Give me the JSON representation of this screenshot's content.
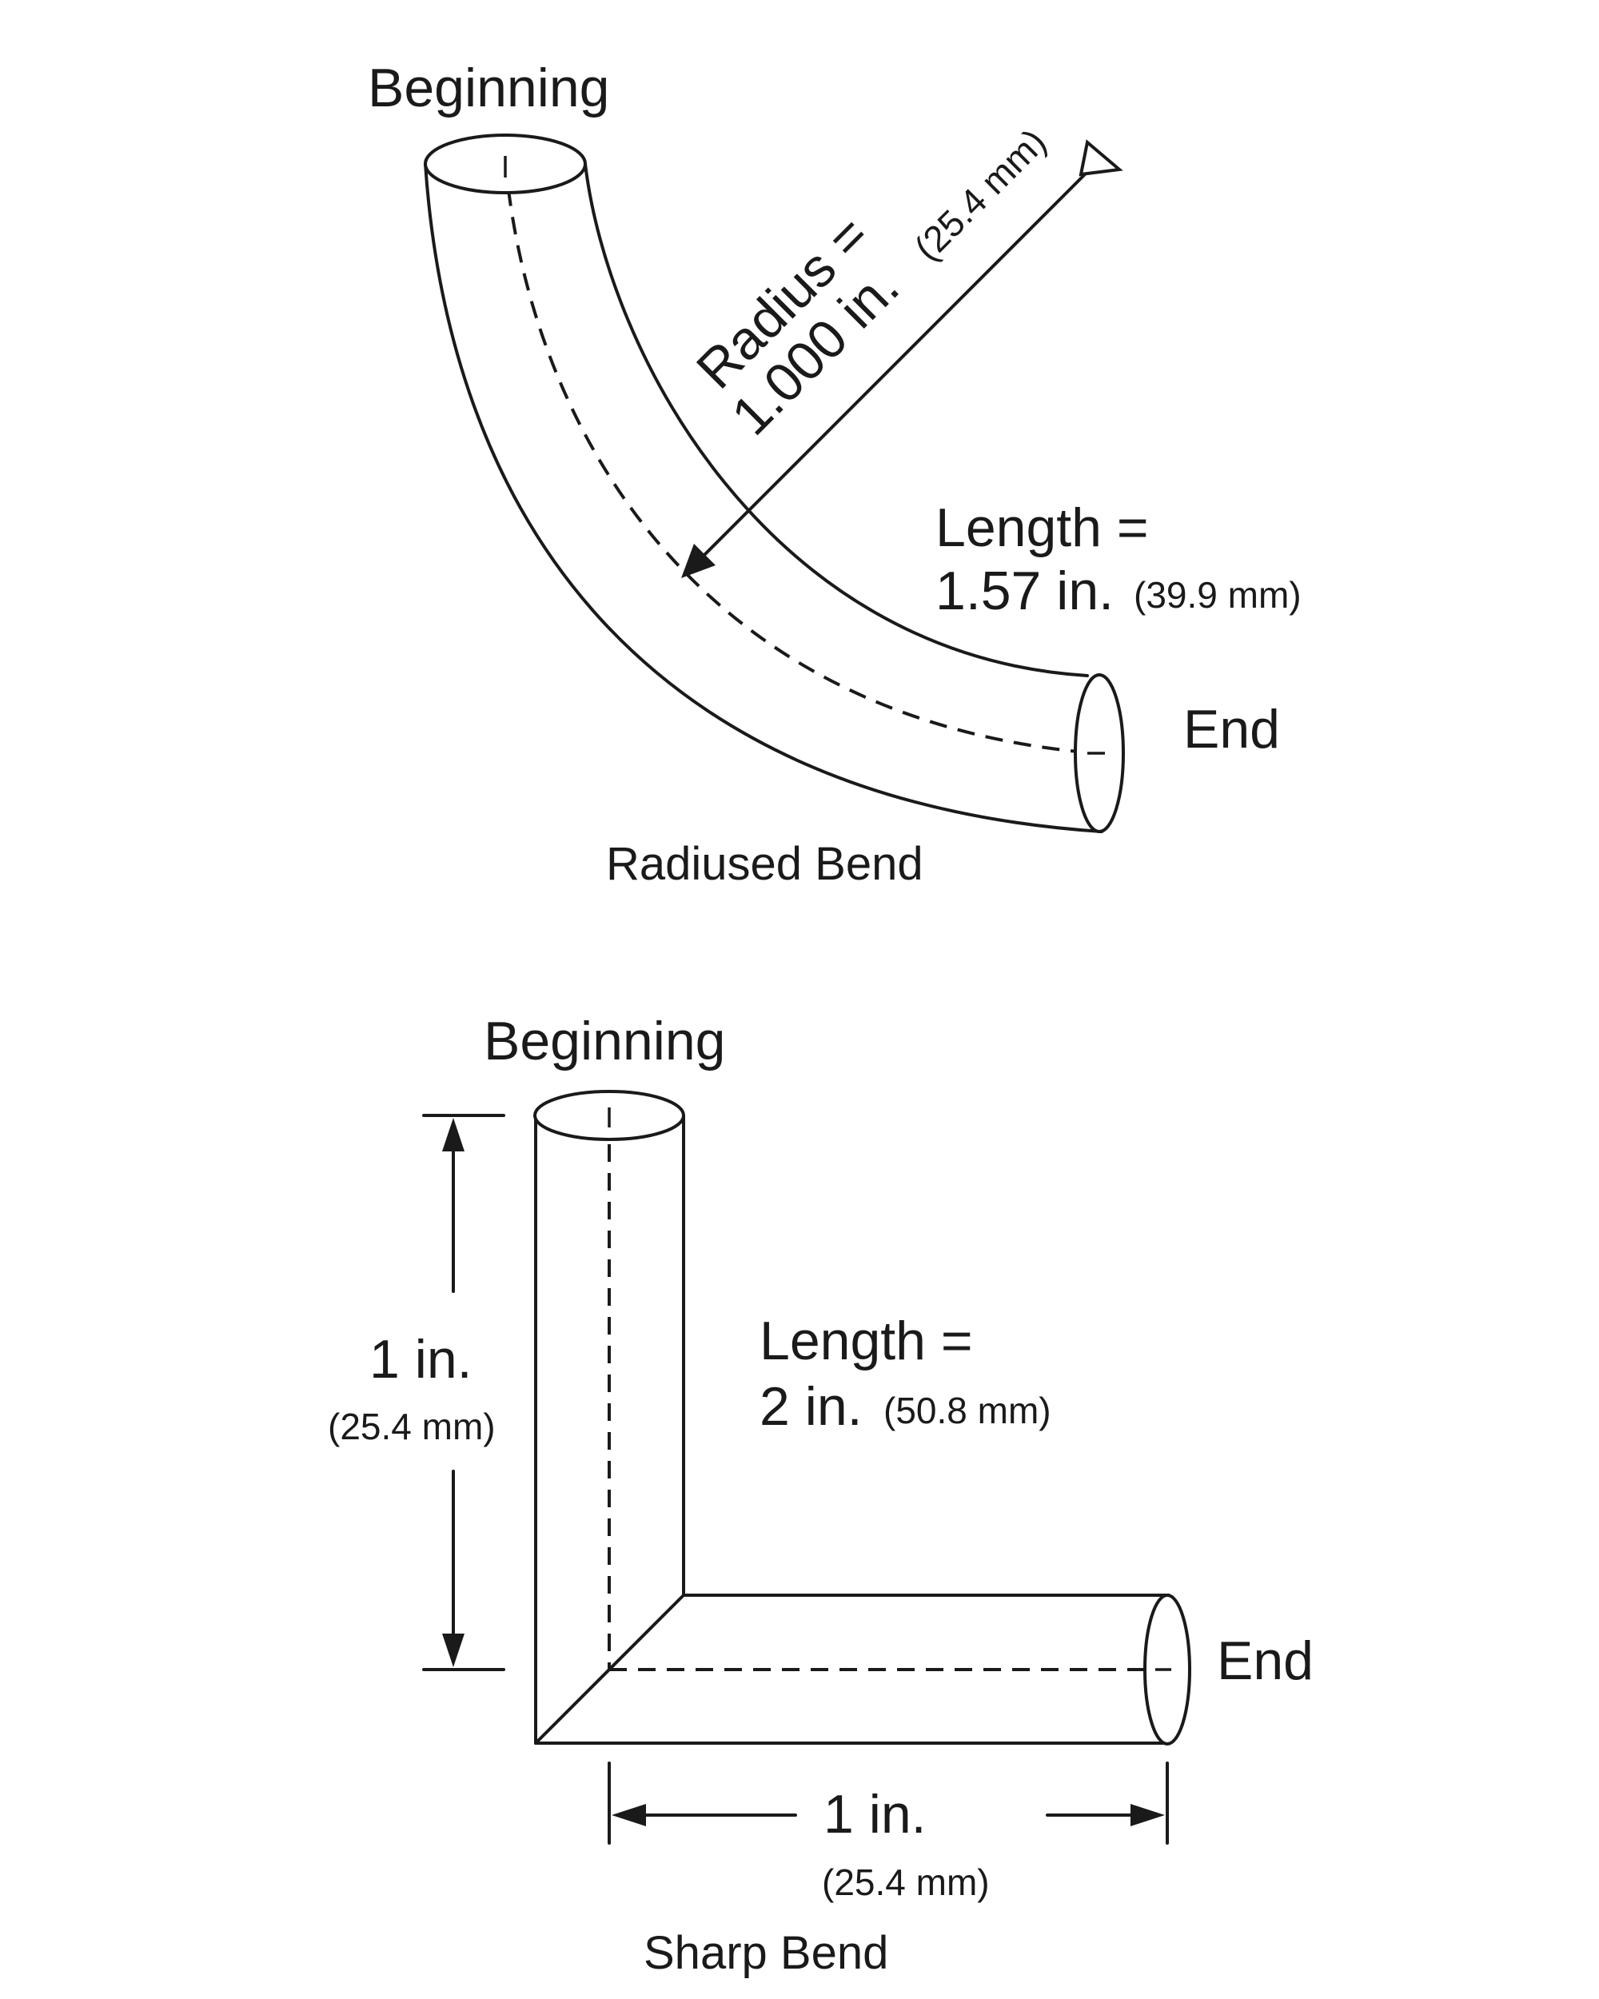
{
  "radiused_bend": {
    "beginning_label": "Beginning",
    "end_label": "End",
    "radius_label_line1": "Radius =",
    "radius_label_line2": "1.000 in.",
    "radius_label_metric": "(25.4 mm)",
    "length_label_line1": "Length =",
    "length_label_line2": "1.57 in.",
    "length_label_metric": "(39.9 mm)",
    "caption": "Radiused Bend"
  },
  "sharp_bend": {
    "beginning_label": "Beginning",
    "end_label": "End",
    "vertical_dim_label": "1 in.",
    "vertical_dim_metric": "(25.4 mm)",
    "length_label_line1": "Length =",
    "length_label_line2": "2 in.",
    "length_label_metric": "(50.8 mm)",
    "horizontal_dim_label": "1 in.",
    "horizontal_dim_metric": "(25.4 mm)",
    "caption": "Sharp Bend"
  }
}
